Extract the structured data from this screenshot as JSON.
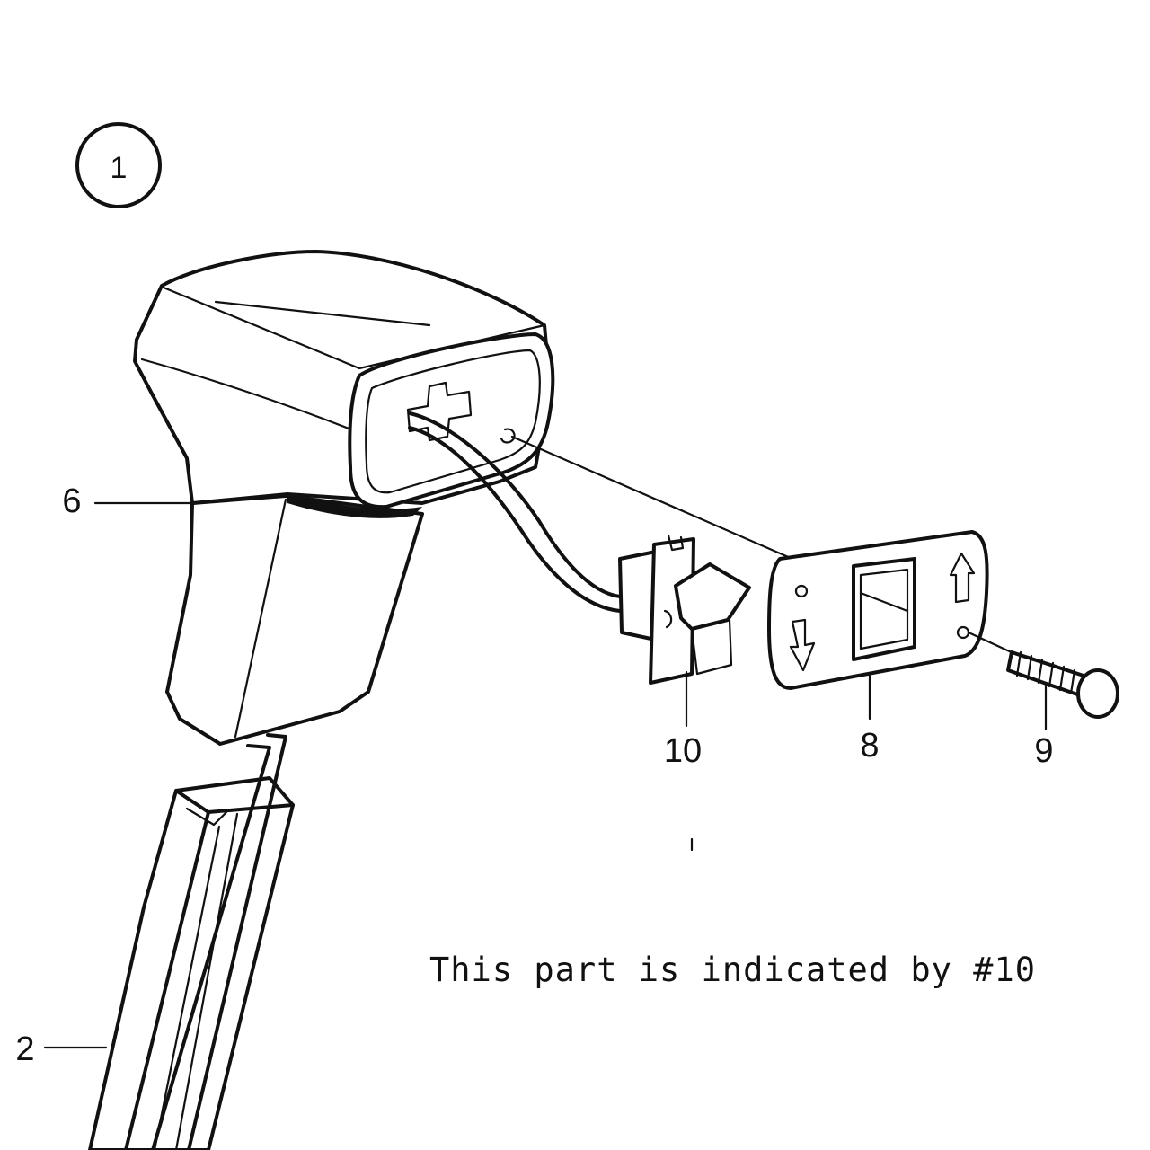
{
  "diagram": {
    "figure_number": "1",
    "callouts": {
      "handle": "6",
      "lever": "2",
      "switch": "10",
      "plate": "8",
      "screw": "9"
    },
    "caption": "This part is indicated by #10"
  }
}
